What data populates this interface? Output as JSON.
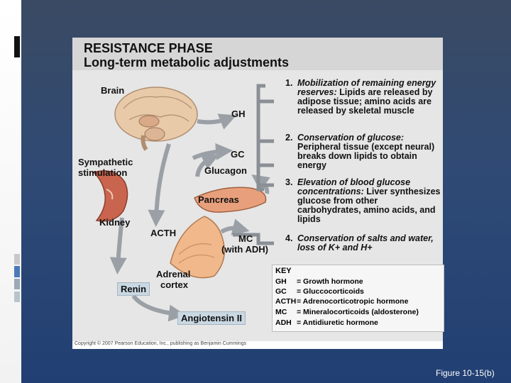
{
  "slide": {
    "figure_label": "Figure 10-15(b)"
  },
  "diagram": {
    "header": {
      "line1": "RESISTANCE PHASE",
      "line2": "Long-term metabolic adjustments"
    },
    "organs": {
      "brain": "Brain",
      "sympathetic_line1": "Sympathetic",
      "sympathetic_line2": "stimulation",
      "kidney": "Kidney",
      "pancreas": "Pancreas",
      "adrenal_line1": "Adrenal",
      "adrenal_line2": "cortex",
      "renin": "Renin",
      "angiotensin": "Angiotensin II"
    },
    "hormones": {
      "gh": "GH",
      "gc": "GC",
      "glucagon": "Glucagon",
      "acth": "ACTH",
      "mc": "MC",
      "with_adh": "(with ADH)"
    },
    "steps": [
      {
        "num": "1.",
        "title": "Mobilization of remaining energy reserves:",
        "body": "Lipids are released by adipose tissue; amino acids are released by skeletal muscle"
      },
      {
        "num": "2.",
        "title": "Conservation of glucose:",
        "body": "Peripheral tissue (except neural) breaks down lipids to obtain energy"
      },
      {
        "num": "3.",
        "title": "Elevation of blood glucose concentrations:",
        "body": "Liver synthesizes glucose from other carbohydrates, amino acids, and lipids"
      },
      {
        "num": "4.",
        "title": "Conservation of salts and water, loss of K+ and H+",
        "body": ""
      }
    ],
    "key": {
      "title": "KEY",
      "rows": [
        {
          "abbr": "GH",
          "desc": "= Growth hormone"
        },
        {
          "abbr": "GC",
          "desc": "= Gluccocorticoids"
        },
        {
          "abbr": "ACTH",
          "desc": "= Adrenocorticotropic hormone"
        },
        {
          "abbr": "MC",
          "desc": "= Mineralocorticoids (aldosterone)"
        },
        {
          "abbr": "ADH",
          "desc": "= Antidiuretic hormone"
        }
      ]
    },
    "copyright": "Copyright © 2007 Pearson Education, Inc., publishing as Benjamin Cummings"
  },
  "colors": {
    "background": "#2f4a74",
    "panel": "#e6e6e6",
    "arrow": "#9aa0a6",
    "bracket": "#8a8f96",
    "brain": "#e8c9a8",
    "kidney": "#c9644e",
    "pancreas": "#e8a07c",
    "adrenal": "#f1b88c",
    "label_box": "#c9d8e2",
    "bar_accent_1": "#c8c8c8",
    "bar_accent_2": "#4a7ab7",
    "bar_accent_3": "#9aa9b5"
  }
}
